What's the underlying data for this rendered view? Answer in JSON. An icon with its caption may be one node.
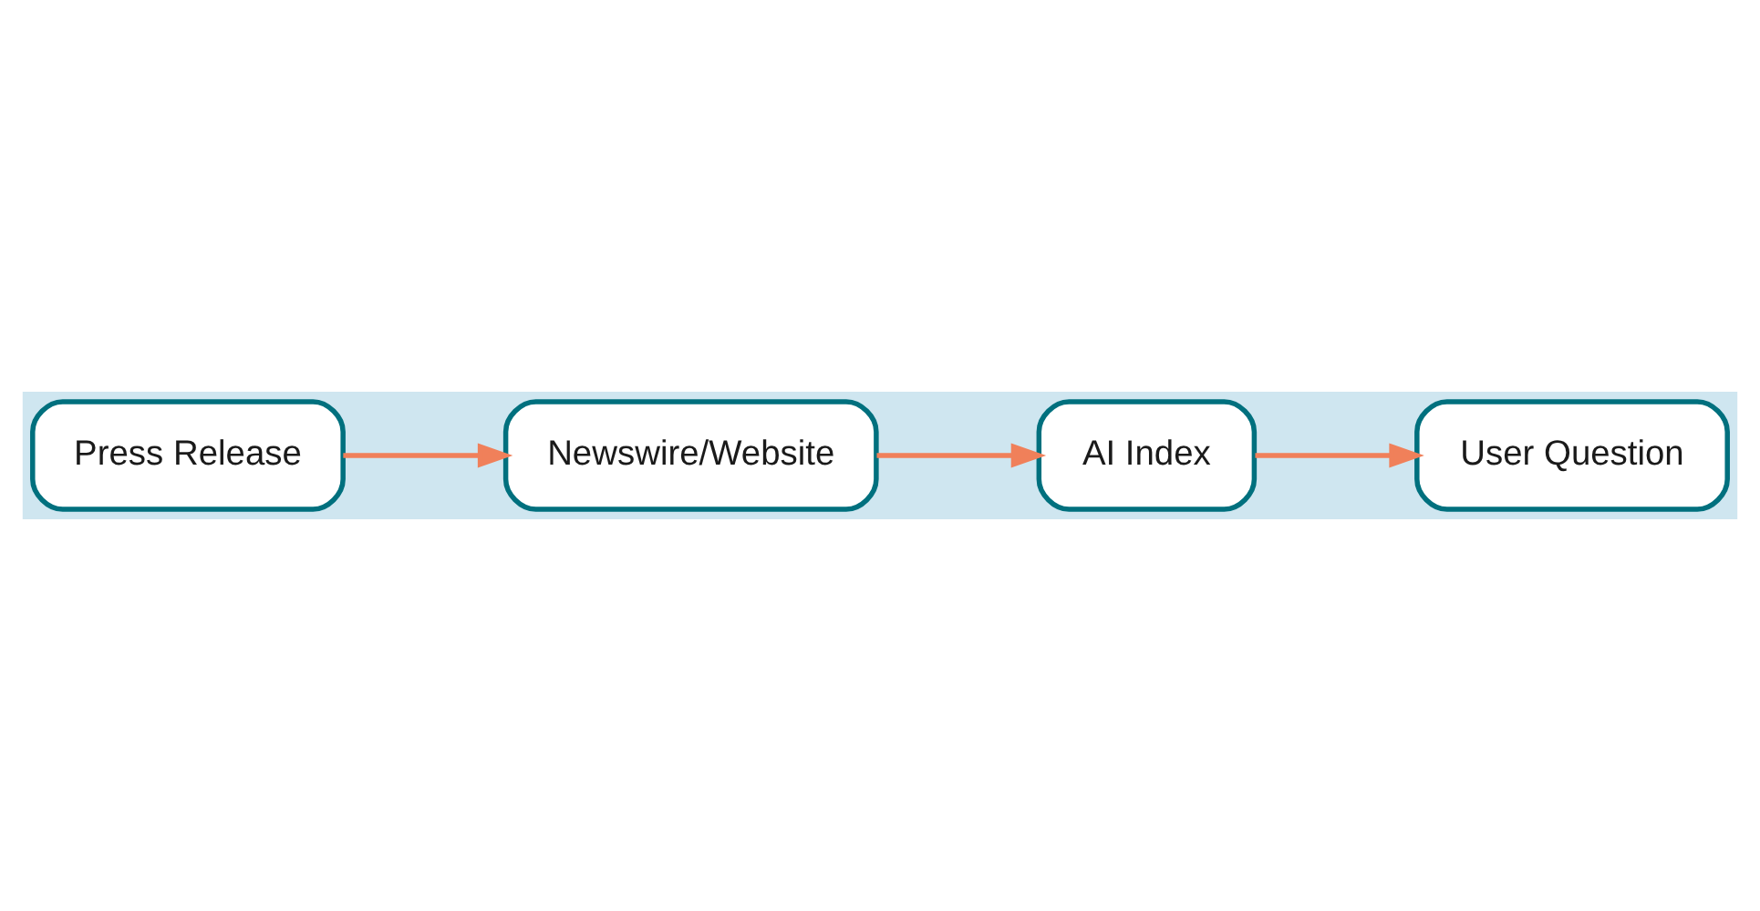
{
  "diagram": {
    "nodes": [
      {
        "text": [
          "Press Release"
        ]
      },
      {
        "text": [
          "Newswire/Website"
        ]
      },
      {
        "text": [
          "AI Index"
        ]
      },
      {
        "text": [
          "User Question"
        ]
      }
    ],
    "edges": [
      {
        "from": 0,
        "to": 1,
        "arrow": "to"
      },
      {
        "from": 1,
        "to": 2,
        "arrow": "to"
      },
      {
        "from": 2,
        "to": 3,
        "arrow": "to"
      }
    ]
  }
}
